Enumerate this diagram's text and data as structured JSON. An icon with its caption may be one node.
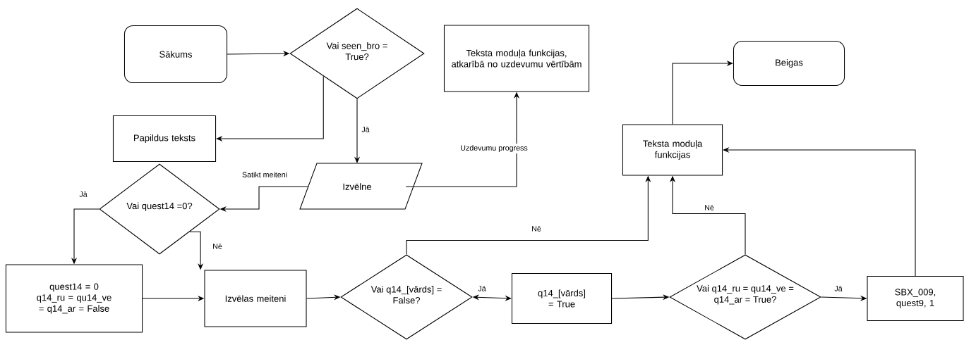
{
  "diagram": {
    "nodes": [
      {
        "text": [
          "Sākums"
        ]
      },
      {
        "text": [
          "Vai seen_bro = True?"
        ]
      },
      {
        "text": [
          "Teksta moduļa funkcijas, atkarībā no uzdevumu vērtībām"
        ]
      },
      {
        "text": [
          "Beigas"
        ]
      },
      {
        "text": [
          "Papildus teksts"
        ]
      },
      {
        "text": [
          "Teksta moduļa funkcijas"
        ]
      },
      {
        "text": [
          "Izvēlne"
        ]
      },
      {
        "text": [
          "Vai quest14 =0?"
        ]
      },
      {
        "text": [
          "quest14 = 0",
          "q14_ru = qu14_ve = q14_ar = False"
        ]
      },
      {
        "text": [
          "Izvēlas meiteni"
        ]
      },
      {
        "text": [
          "Vai q14_[vārds] = False?"
        ]
      },
      {
        "text": [
          "q14_[vārds] = True"
        ]
      },
      {
        "text": [
          "Vai q14_ru = qu14_ve = q14_ar = True?"
        ]
      },
      {
        "text": [
          "SBX_009, quest9, 1"
        ]
      }
    ],
    "edges": [
      {
        "from": 0,
        "to": 1,
        "arrow": "to"
      },
      {
        "from": 1,
        "to": 4,
        "arrow": "to"
      },
      {
        "from": 1,
        "to": 6,
        "arrow": "to",
        "label": "Jā"
      },
      {
        "from": 6,
        "to": 7,
        "arrow": "to",
        "label": "Satikt meiteni"
      },
      {
        "from": 6,
        "to": 2,
        "arrow": "to",
        "label": "Uzdevumu progress"
      },
      {
        "from": 7,
        "to": 8,
        "arrow": "to",
        "label": "Jā"
      },
      {
        "from": 7,
        "to": 9,
        "arrow": "to",
        "label": "Nē"
      },
      {
        "from": 8,
        "to": 9,
        "arrow": "to"
      },
      {
        "from": 9,
        "to": 10,
        "arrow": "to"
      },
      {
        "from": 10,
        "to": 11,
        "arrow": "both",
        "label": "Jā"
      },
      {
        "from": 10,
        "to": 5,
        "arrow": "to",
        "label": "Nē"
      },
      {
        "from": 11,
        "to": 12,
        "arrow": "to"
      },
      {
        "from": 12,
        "to": 5,
        "arrow": "to",
        "label": "Nē"
      },
      {
        "from": 12,
        "to": 13,
        "arrow": "to",
        "label": "Jā"
      },
      {
        "from": 13,
        "to": 5,
        "arrow": "to"
      },
      {
        "from": 5,
        "to": 3,
        "arrow": "to"
      }
    ]
  }
}
